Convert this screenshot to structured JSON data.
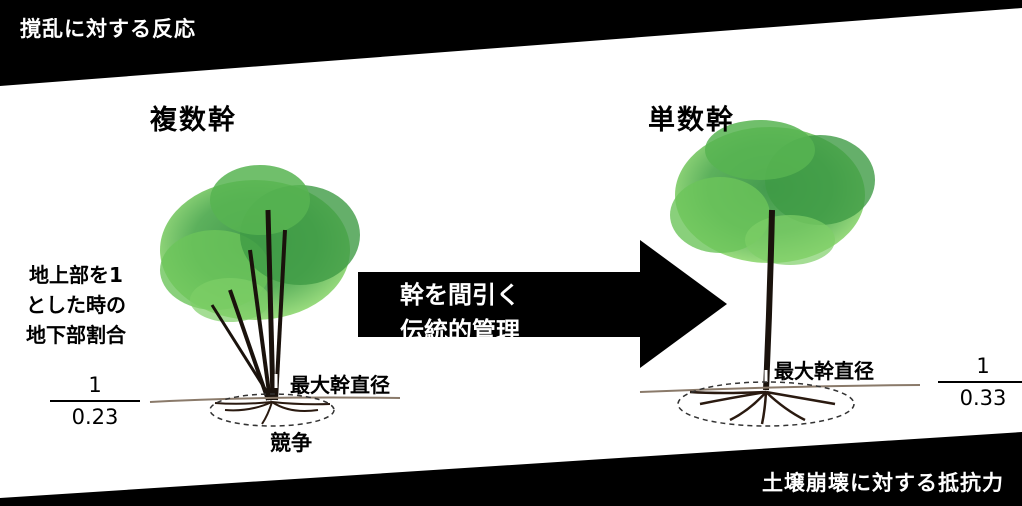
{
  "top_band": {
    "label": "撹乱に対する反応"
  },
  "bottom_band": {
    "label": "土壌崩壊に対する抵抗力"
  },
  "left": {
    "heading": "複数幹",
    "ratio_caption": [
      "地上部を1",
      "とした時の",
      "地下部割合"
    ],
    "fraction": {
      "numerator": "1",
      "denominator": "0.23"
    },
    "dbh_label": "最大幹直径",
    "competition_label": "競争"
  },
  "arrow": {
    "lines": [
      "幹を間引く",
      "伝統的管理"
    ]
  },
  "right": {
    "heading": "単数幹",
    "fraction": {
      "numerator": "1",
      "denominator": "0.33"
    },
    "dbh_label": "最大幹直径"
  },
  "colors": {
    "band": "#000000",
    "canopy_dark": "#2f8f3a",
    "canopy_light": "#7fcf63",
    "trunk": "#1a120c",
    "root": "#2a1a10",
    "ground": "#8a7a6a"
  }
}
